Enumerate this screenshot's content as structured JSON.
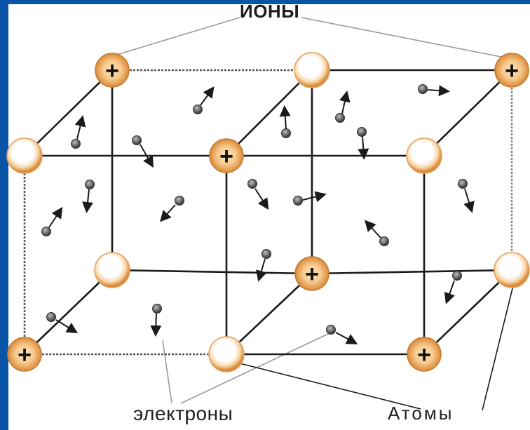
{
  "labels": {
    "ions": "ИОНЫ",
    "electrons": "электроны",
    "atoms": "Атомы"
  },
  "symbols": {
    "plus": "+"
  },
  "colors": {
    "frame": "#0a54a8",
    "background": "#ffffff",
    "lattice_line": "#1a1a1a",
    "particle_outline": "#d98a3a",
    "particle_fill": "#f7c88a",
    "electron": "#555555"
  }
}
